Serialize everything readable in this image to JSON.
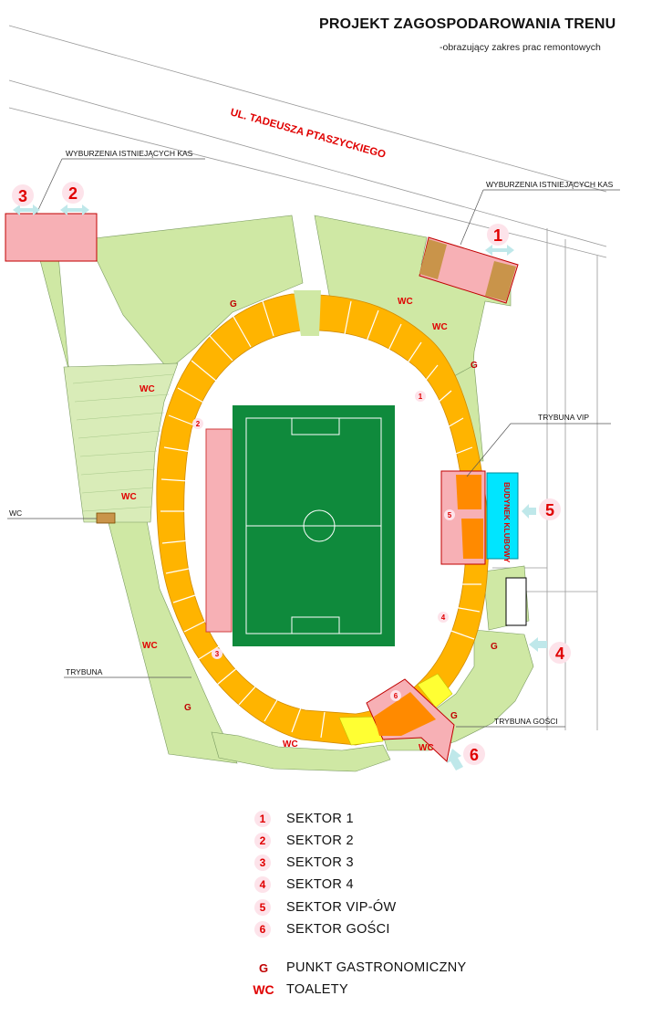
{
  "header": {
    "title": "PROJEKT ZAGOSPODAROWANIA TRENU",
    "subtitle": "-obrazujący zakres prac remontowych"
  },
  "street": {
    "name": "UL. TADEUSZA PTASZYCKIEGO"
  },
  "annotations": {
    "demolition_left": "WYBURZENIA ISTNIEJĄCYCH KAS",
    "demolition_right": "WYBURZENIA ISTNIEJĄCYCH KAS",
    "vip_stand": "TRYBUNA VIP",
    "stand": "TRYBUNA",
    "away_stand": "TRYBUNA GOŚCI",
    "wc_label": "WC",
    "club_building": "BUDYNEK KLUBOWY"
  },
  "map_markers": {
    "g": "G",
    "wc": "WC",
    "sector_numbers": [
      "1",
      "2",
      "3",
      "4",
      "5",
      "6"
    ]
  },
  "gates": [
    "1",
    "2",
    "3",
    "4",
    "5",
    "6"
  ],
  "legend": {
    "sectors": [
      {
        "key": "1",
        "label": "SEKTOR 1"
      },
      {
        "key": "2",
        "label": "SEKTOR 2"
      },
      {
        "key": "3",
        "label": "SEKTOR 3"
      },
      {
        "key": "4",
        "label": "SEKTOR 4"
      },
      {
        "key": "5",
        "label": "SEKTOR VIP-ÓW"
      },
      {
        "key": "6",
        "label": "SEKTOR GOŚCI"
      }
    ],
    "symbols": [
      {
        "key": "G",
        "label": "PUNKT GASTRONOMICZNY"
      },
      {
        "key": "WC",
        "label": "TOALETY"
      }
    ]
  },
  "colors": {
    "grass": "#cfe8a4",
    "pitch": "#0f8a3c",
    "stand_orange": "#ffb400",
    "stand_yellow": "#ffff33",
    "highlight_pink": "#f7b0b5",
    "highlight_orange": "#ff8a00",
    "club_cyan": "#00e5ff",
    "accent_red": "#e00000"
  }
}
